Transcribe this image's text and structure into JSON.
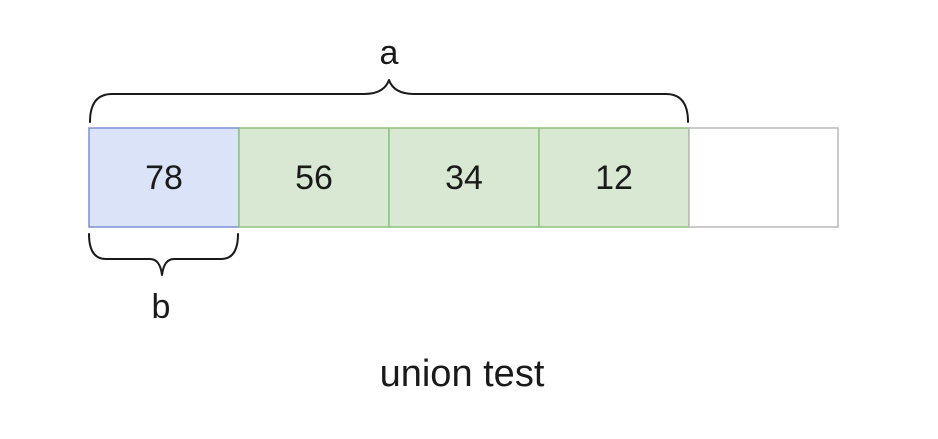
{
  "memory_row": {
    "cells": [
      {
        "value": "78",
        "fill": "#dae3f7",
        "stroke": "#7b8fd6"
      },
      {
        "value": "56",
        "fill": "#d8e8d2",
        "stroke": "#8fc27e"
      },
      {
        "value": "34",
        "fill": "#d8e8d2",
        "stroke": "#8fc27e"
      },
      {
        "value": "12",
        "fill": "#d8e8d2",
        "stroke": "#8fc27e"
      },
      {
        "value": "",
        "fill": "#ffffff",
        "stroke": "#b8b8b8"
      }
    ]
  },
  "braces": {
    "a": {
      "label": "a",
      "covers_cells": 4
    },
    "b": {
      "label": "b",
      "covers_cells": 1
    }
  },
  "caption": "union test"
}
